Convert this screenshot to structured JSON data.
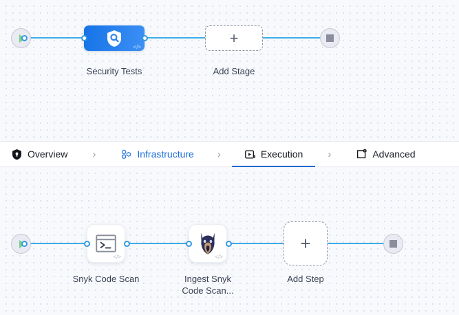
{
  "pipeline": {
    "stage_row": {
      "start_node": {
        "name": "Start",
        "icon": "play-icon"
      },
      "end_node": {
        "name": "End",
        "icon": "stop-icon"
      },
      "nodes": [
        {
          "id": "security-tests",
          "label": "Security Tests",
          "icon": "shield-scan-icon",
          "badge": "</>",
          "type": "stage"
        },
        {
          "id": "add-stage",
          "label": "Add Stage",
          "icon": "plus-icon",
          "type": "add"
        }
      ]
    },
    "step_row": {
      "start_node": {
        "name": "Start",
        "icon": "play-icon"
      },
      "end_node": {
        "name": "End",
        "icon": "stop-icon"
      },
      "nodes": [
        {
          "id": "snyk-code-scan",
          "label": "Snyk Code Scan",
          "icon": "terminal-icon",
          "badge": "</>",
          "type": "step"
        },
        {
          "id": "ingest-snyk-code-scan",
          "label": "Ingest Snyk\nCode Scan...",
          "icon": "snyk-doberman-icon",
          "badge": "</>",
          "type": "step"
        },
        {
          "id": "add-step",
          "label": "Add Step",
          "icon": "plus-icon",
          "type": "add"
        }
      ]
    }
  },
  "tabs": {
    "separator": "›",
    "items": [
      {
        "id": "overview",
        "label": "Overview",
        "icon": "shield-icon",
        "state": "default"
      },
      {
        "id": "infrastructure",
        "label": "Infrastructure",
        "icon": "infrastructure-nodes-icon",
        "state": "link"
      },
      {
        "id": "execution",
        "label": "Execution",
        "icon": "execution-play-box-icon",
        "state": "active"
      },
      {
        "id": "advanced",
        "label": "Advanced",
        "icon": "advanced-gear-box-icon",
        "state": "default"
      }
    ]
  },
  "colors": {
    "accent_blue": "#1f68d4",
    "link_blue": "#1b6ddb",
    "edge_blue": "#3cabe8",
    "stage_gradient_from": "#1573e6",
    "stage_gradient_to": "#3d90f5",
    "canvas_bg": "#f7f9fc",
    "dot_grid": "#d5dbe4",
    "start_green": "#74d387",
    "stop_gray": "#8b8d9e"
  }
}
